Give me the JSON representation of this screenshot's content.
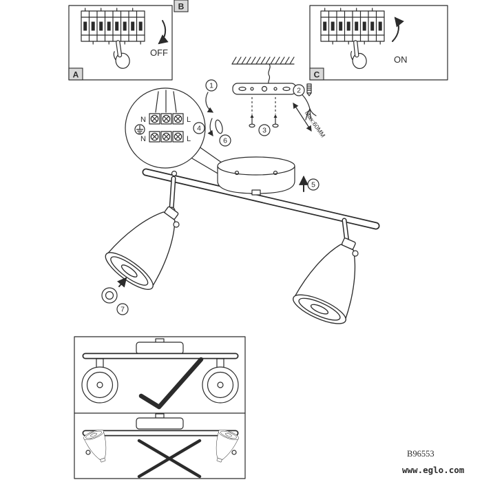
{
  "colors": {
    "ink": "#2b2b2b",
    "paper": "#ffffff",
    "tab_fill": "#d9d9d9"
  },
  "labels": {
    "panel_a": "A",
    "panel_b": "B",
    "panel_c": "C",
    "breaker_off": "OFF",
    "breaker_on": "ON"
  },
  "wiring": {
    "terminals": [
      "N",
      "L",
      "N",
      "L"
    ]
  },
  "steps": [
    "1",
    "2",
    "3",
    "4",
    "5",
    "6",
    "7"
  ],
  "notes": {
    "max_insert": "Max:60MM"
  },
  "footer": {
    "model": "B96553",
    "website": "www.eglo.com"
  }
}
